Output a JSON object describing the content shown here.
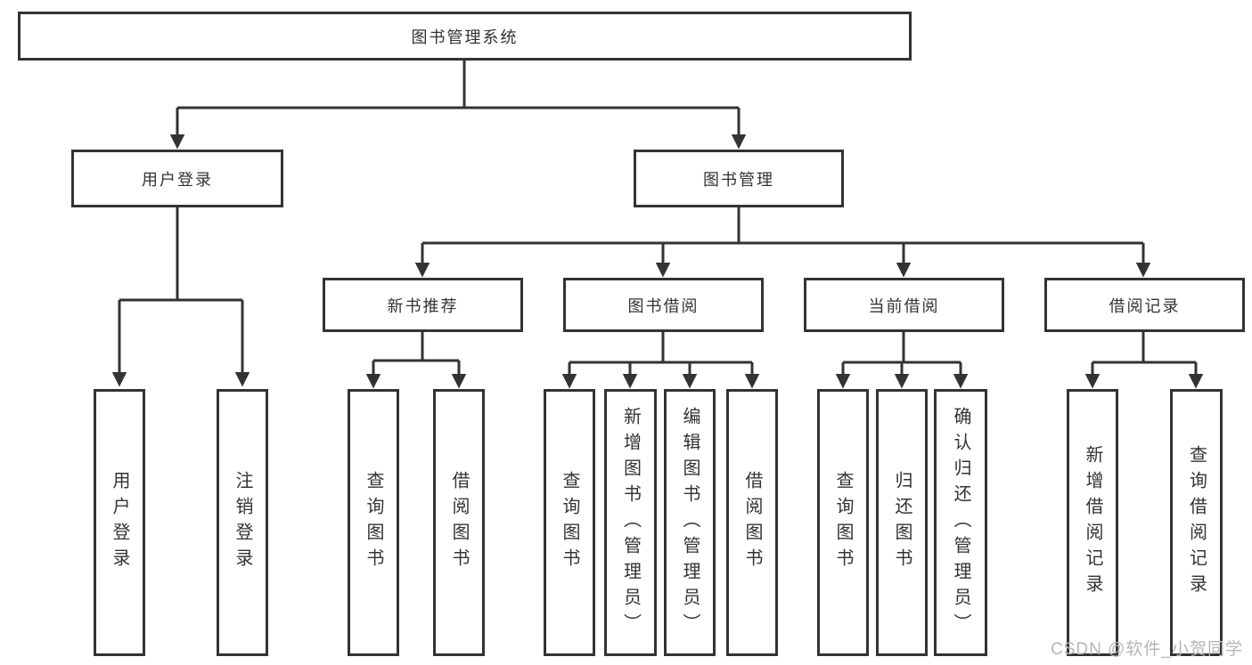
{
  "diagram": {
    "root": {
      "label": "图书管理系统"
    },
    "user_branch": {
      "label": "用户登录",
      "children": [
        {
          "label": "用户登录"
        },
        {
          "label": "注销登录"
        }
      ]
    },
    "book_branch": {
      "label": "图书管理",
      "children": [
        {
          "label": "新书推荐",
          "children": [
            {
              "label": "查询图书"
            },
            {
              "label": "借阅图书"
            }
          ]
        },
        {
          "label": "图书借阅",
          "children": [
            {
              "label": "查询图书"
            },
            {
              "label": "新增图书（管理员）"
            },
            {
              "label": "编辑图书（管理员）"
            },
            {
              "label": "借阅图书"
            }
          ]
        },
        {
          "label": "当前借阅",
          "children": [
            {
              "label": "查询图书"
            },
            {
              "label": "归还图书"
            },
            {
              "label": "确认归还（管理员）"
            }
          ]
        },
        {
          "label": "借阅记录",
          "children": [
            {
              "label": "新增借阅记录"
            },
            {
              "label": "查询借阅记录"
            }
          ]
        }
      ]
    },
    "watermark": "CSDN @软件_小贺同学",
    "colors": {
      "line": "#333333",
      "box_border": "#333333",
      "text": "#333333",
      "watermark": "#b5b5b5",
      "background": "#ffffff"
    }
  }
}
